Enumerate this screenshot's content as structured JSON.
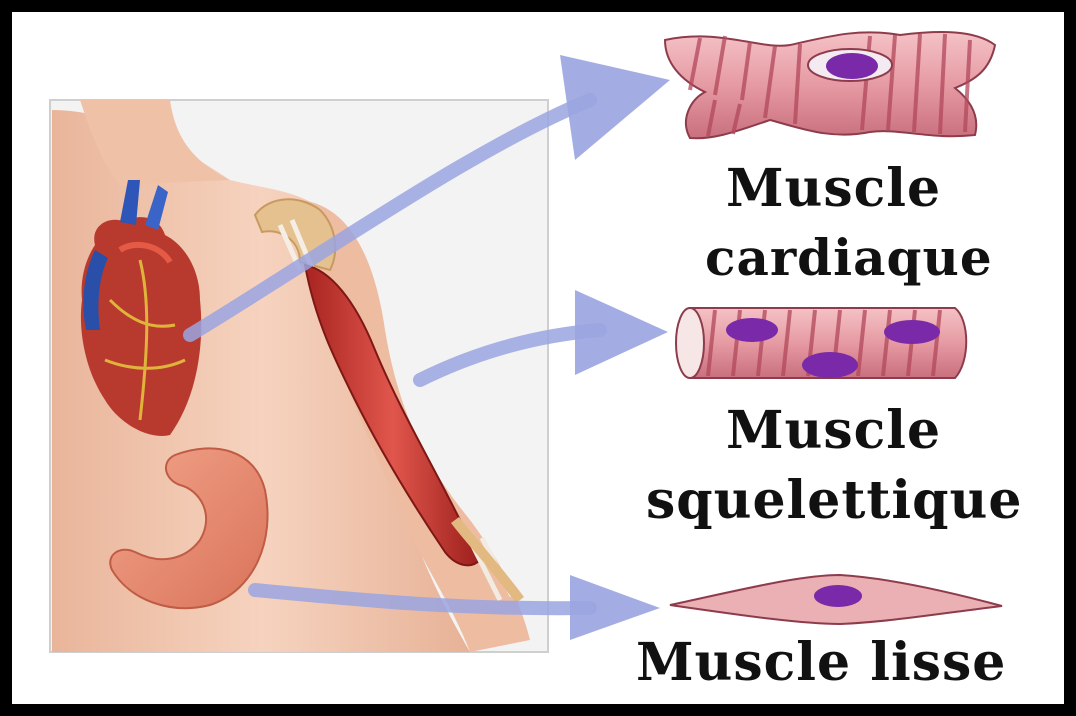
{
  "labels": {
    "cardiac_line1": "Muscle",
    "cardiac_line2": "cardiaque",
    "skeletal_line1": "Muscle",
    "skeletal_line2": "squelettique",
    "smooth": "Muscle lisse"
  },
  "colors": {
    "frame": "#000000",
    "skin": "#f2c4aa",
    "muscle_red": "#c7322c",
    "tissue_pink": "#e8a0a8",
    "striation": "#b2485a",
    "nucleus": "#7a2aa8",
    "arrow": "#9aa4e0"
  }
}
